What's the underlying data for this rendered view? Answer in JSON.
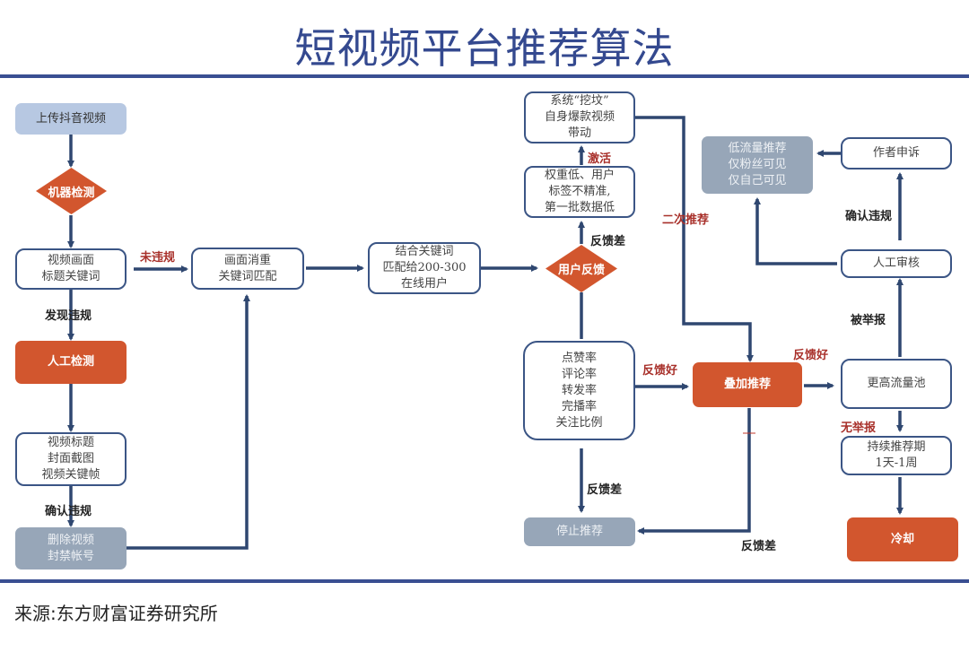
{
  "title": "短视频平台推荐算法",
  "source": "来源:东方财富证券研究所",
  "colors": {
    "title": "#34498f",
    "rule": "#3a4f92",
    "arrow": "#2f4770",
    "node_border": "#3b5585",
    "orange": "#d2562e",
    "gray": "#97a6b8",
    "light_blue": "#b7c8e2",
    "label_red": "#a8302a"
  },
  "nodes": {
    "upload": "上传抖音视频",
    "machine_check": "机器检测",
    "video_frames": "视频画面\n标题关键词",
    "manual_check": "人工检测",
    "manual_items": "视频标题\n封面截图\n视频关键帧",
    "delete_ban": "删除视频\n封禁帐号",
    "dedup": "画面消重\n关键词匹配",
    "match_users": "结合关键词\n匹配给200-300\n在线用户",
    "user_feedback": "用户反馈",
    "low_weight": "权重低、用户\n标签不精准,\n第一批数据低",
    "dig_grave": "系统“挖坟”\n自身爆款视频\n带动",
    "metrics": "点赞率\n评论率\n转发率\n完播率\n关注比例",
    "stop": "停止推荐",
    "stack": "叠加推荐",
    "low_traffic": "低流量推荐\n仅粉丝可见\n仅自己可见",
    "appeal": "作者申诉",
    "manual_review": "人工审核",
    "higher_pool": "更高流量池",
    "continuous": "持续推荐期\n1天-1周",
    "cooldown": "冷却"
  },
  "edge_labels": {
    "not_violation": "未违规",
    "found_violation": "发现违规",
    "confirm_violation_left": "确认违规",
    "activate": "激活",
    "bad_feedback_up": "反馈差",
    "secondary_rec": "二次推荐",
    "good_feedback_stack": "反馈好",
    "bad_feedback_down": "反馈差",
    "bad_feedback_stack": "反馈差",
    "good_feedback_pool": "反馈好",
    "reported": "被举报",
    "confirm_violation_right": "确认违规",
    "no_report": "无举报"
  }
}
